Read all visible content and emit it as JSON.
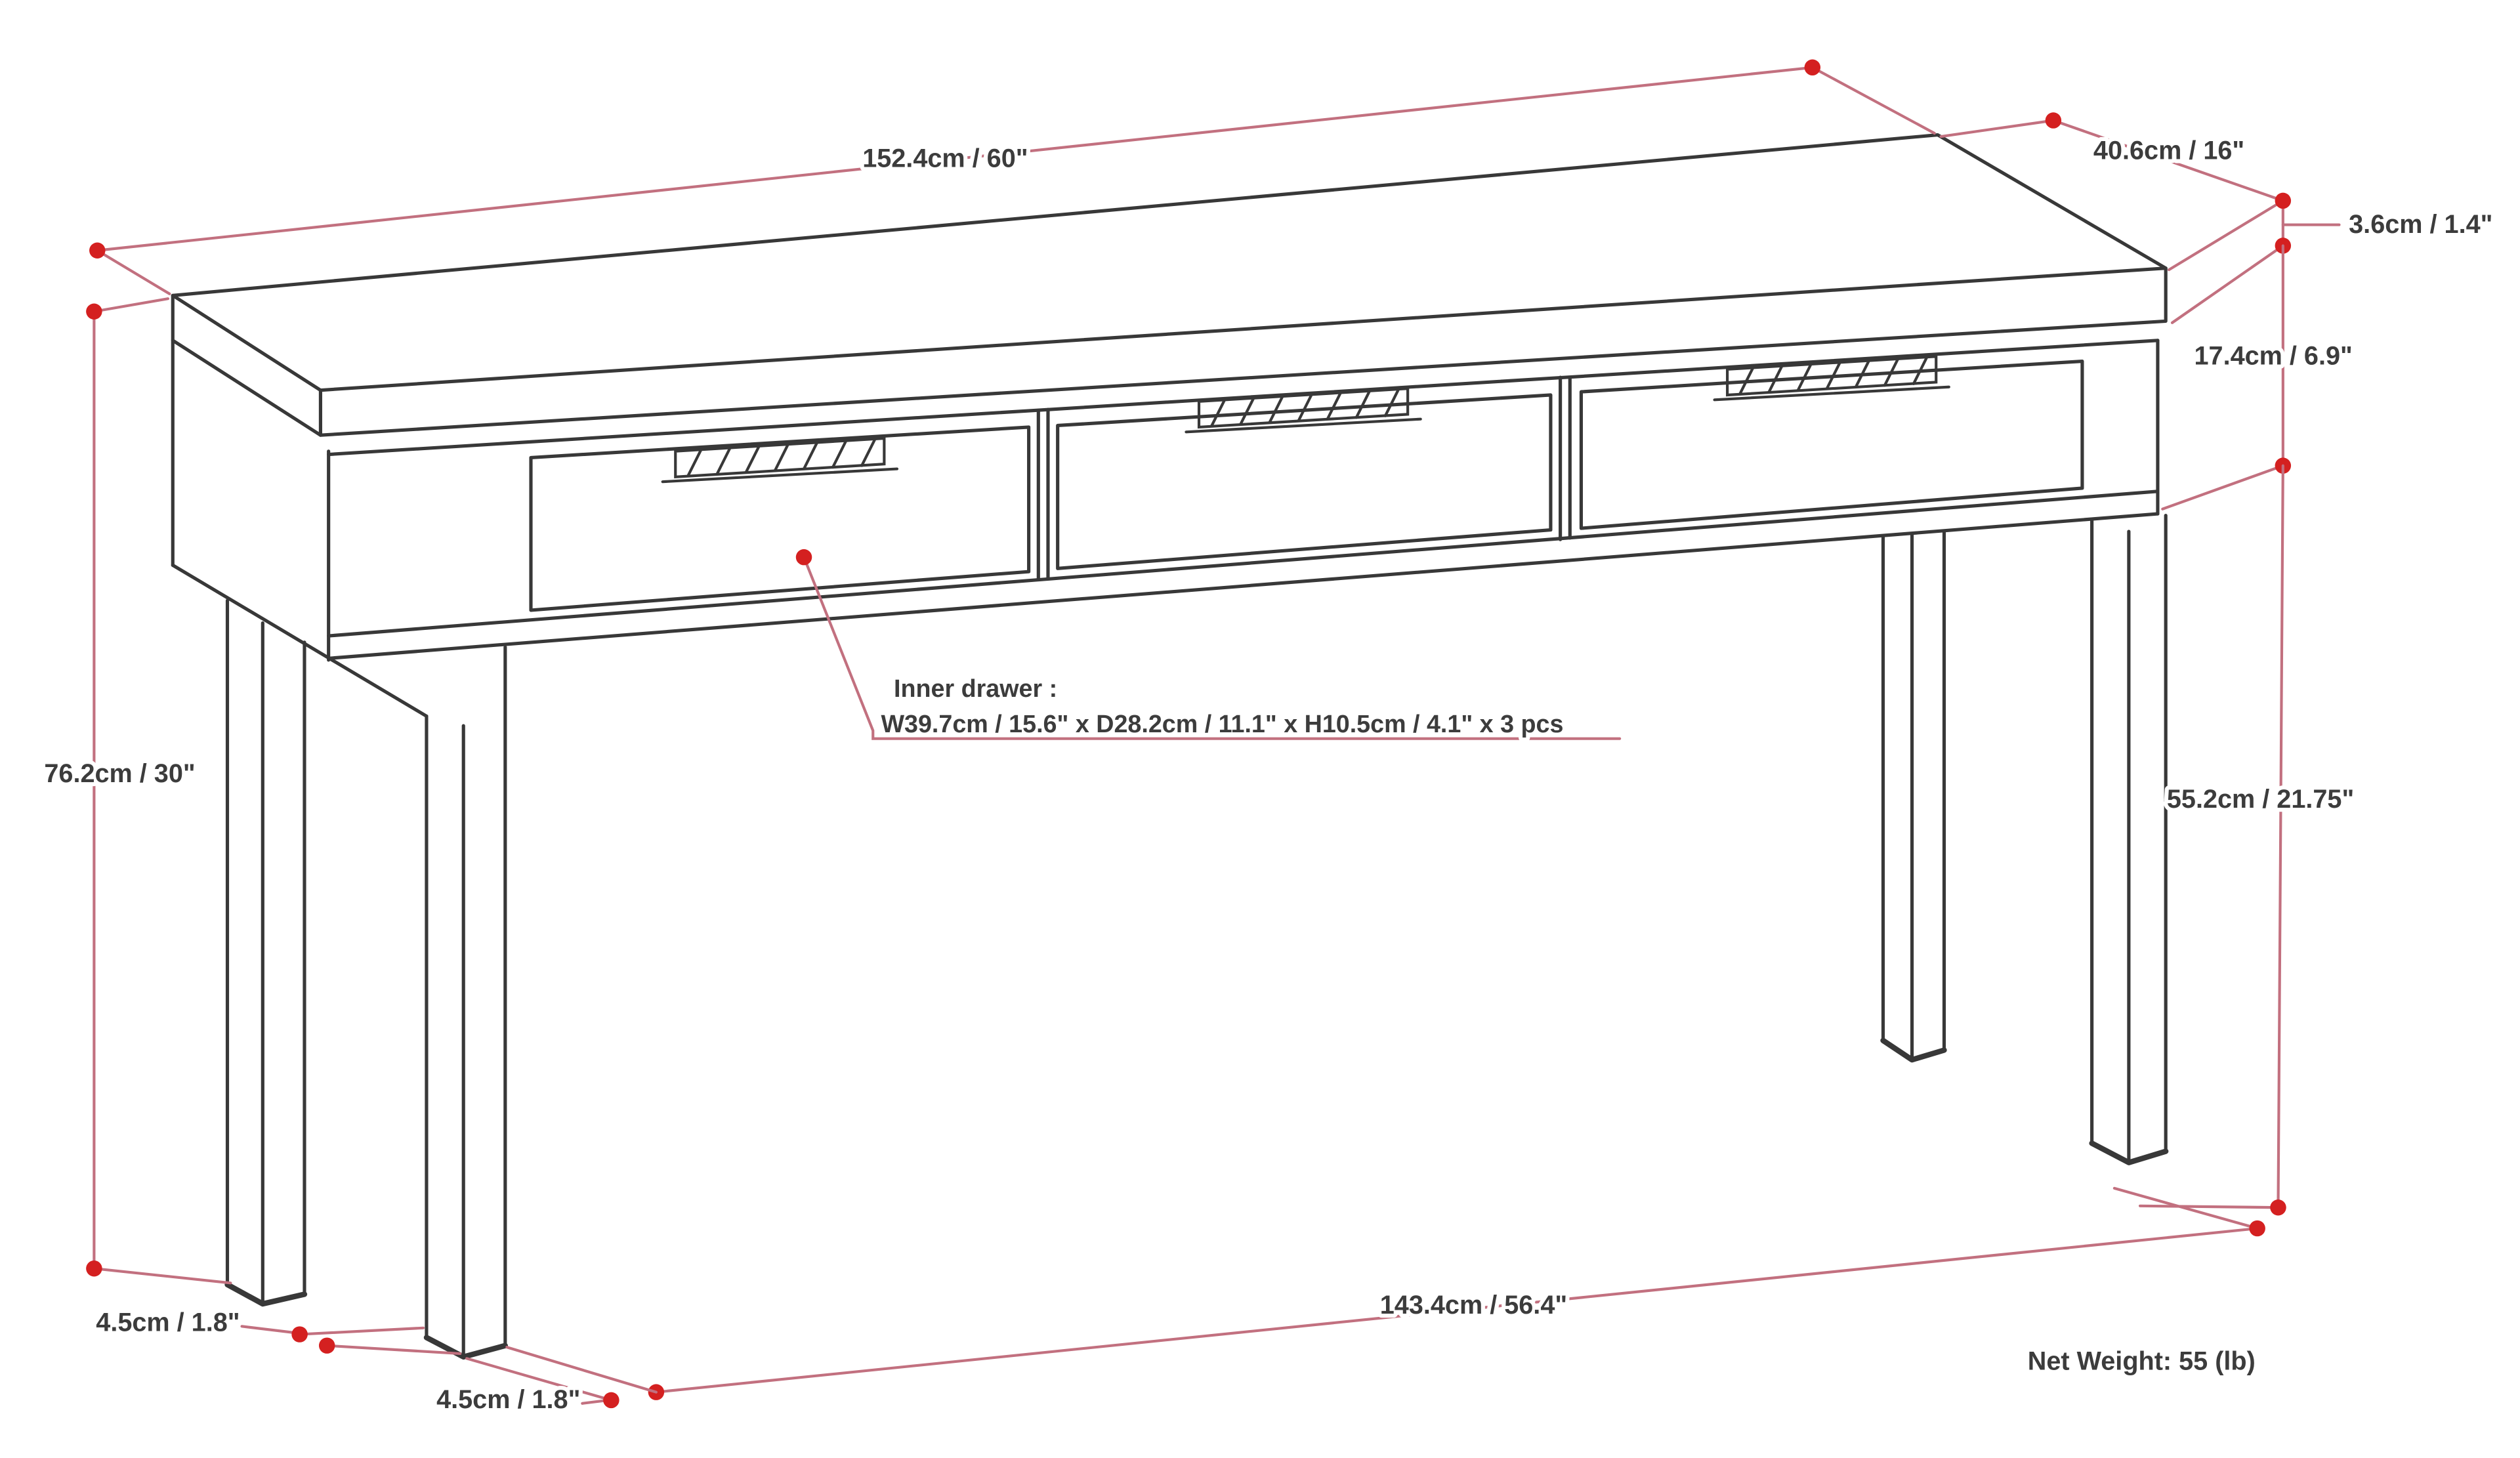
{
  "colors": {
    "bg": "#ffffff",
    "line": "#383838",
    "dim_line": "#c2707f",
    "dim_dot": "#d42020",
    "text": "#3c3c3c"
  },
  "labels": {
    "top_length": "152.4cm / 60\"",
    "top_depth": "40.6cm / 16\"",
    "top_thickness": "3.6cm / 1.4\"",
    "apron_height": "17.4cm / 6.9\"",
    "overall_height": "76.2cm / 30\"",
    "leg_height": "55.2cm / 21.75\"",
    "leg_span": "143.4cm / 56.4\"",
    "leg_width_side": "4.5cm / 1.8\"",
    "leg_width_front": "4.5cm / 1.8\""
  },
  "callout": {
    "title": "Inner drawer :",
    "spec": "W39.7cm / 15.6\" x D28.2cm / 11.1\" x H10.5cm / 4.1\" x 3 pcs"
  },
  "net_weight": "Net Weight: 55 (lb)"
}
